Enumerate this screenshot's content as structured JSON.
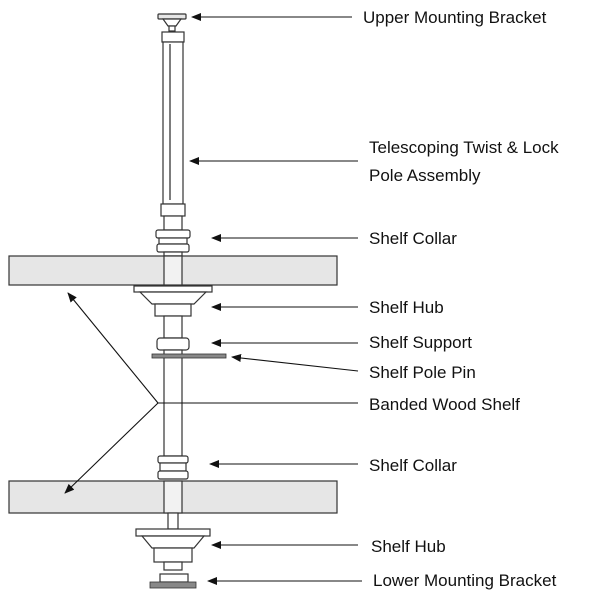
{
  "colors": {
    "shelf_fill": "#e6e6e6",
    "outline": "#333333",
    "text": "#111111",
    "background": "#ffffff"
  },
  "labels": {
    "upper_mounting_bracket": "Upper Mounting Bracket",
    "pole_assembly_line1": "Telescoping Twist & Lock",
    "pole_assembly_line2": "Pole Assembly",
    "shelf_collar_top": "Shelf Collar",
    "shelf_hub_top": "Shelf Hub",
    "shelf_support": "Shelf Support",
    "shelf_pole_pin": "Shelf Pole Pin",
    "banded_wood_shelf": "Banded Wood Shelf",
    "shelf_collar_bottom": "Shelf Collar",
    "shelf_hub_bottom": "Shelf Hub",
    "lower_mounting_bracket": "Lower Mounting Bracket"
  }
}
